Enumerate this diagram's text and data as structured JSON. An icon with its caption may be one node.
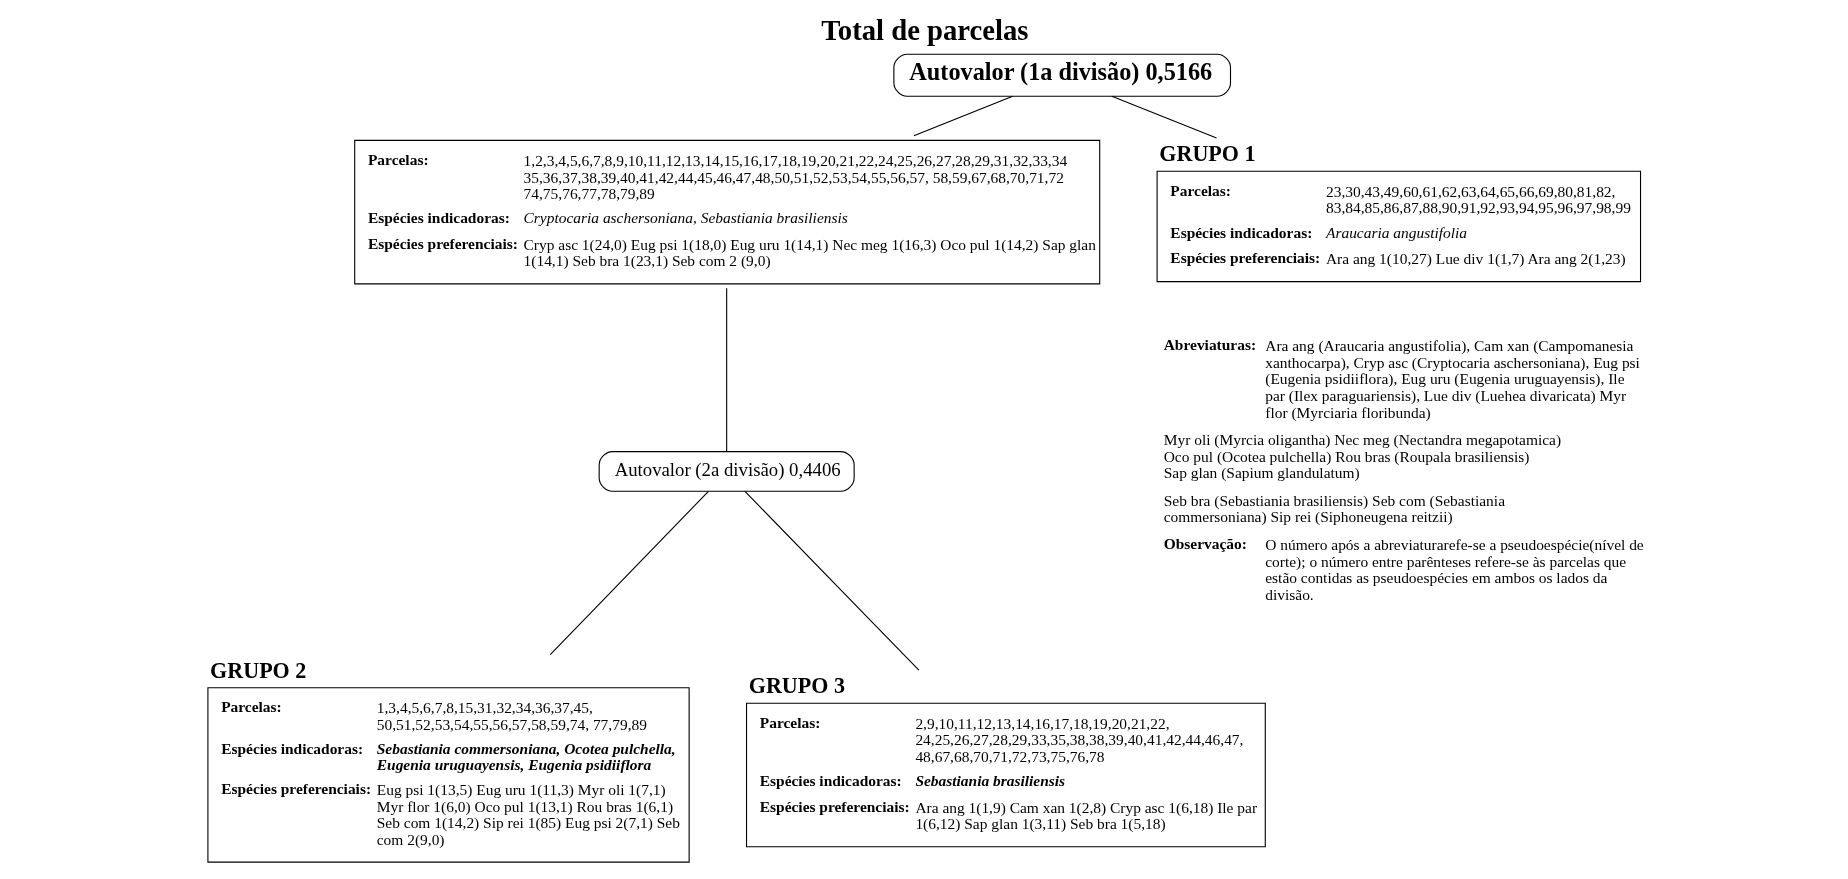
{
  "diagram": {
    "title": "Total de parcelas",
    "nodes": [
      {
        "text": [
          "Autovalor (1a divisão) 0,5166"
        ]
      },
      {
        "text": [
          "Parcelas:",
          "1,2,3,4,5,6,7,8,9,10,11,12,13,14,15,16,17,18,19,20,21,22,24,25,26,27,28,29,31,32,33,34 35,36,37,38,39,40,41,42,44,45,46,47,48,50,51,52,53,54,55,56,57, 58,59,67,68,70,71,72 74,75,76,77,78,79,89",
          "Espécies indicadoras:",
          "Cryptocaria aschersoniana, Sebastiania brasiliensis",
          "Espécies preferenciais:",
          "Cryp asc 1(24,0) Eug psi 1(18,0) Eug uru 1(14,1) Nec meg 1(16,3) Oco pul 1(14,2) Sap glan 1(14,1) Seb bra 1(23,1) Seb com 2 (9,0)"
        ]
      },
      {
        "text": [
          "GRUPO 1",
          "Parcelas:",
          "23,30,43,49,60,61,62,63,64,65,66,69,80,81,82, 83,84,85,86,87,88,90,91,92,93,94,95,96,97,98,99",
          "Espécies indicadoras:",
          "Araucaria angustifolia",
          "Espécies preferenciais:",
          "Ara ang 1(10,27) Lue div 1(1,7) Ara ang 2(1,23)"
        ]
      },
      {
        "text": [
          "Autovalor (2a divisão) 0,4406"
        ]
      },
      {
        "text": [
          "GRUPO 2",
          "Parcelas:",
          "1,3,4,5,6,7,8,15,31,32,34,36,37,45, 50,51,52,53,54,55,56,57,58,59,74, 77,79,89",
          "Espécies indicadoras:",
          "Sebastiania commersoniana, Ocotea pulchella, Eugenia uruguayensis, Eugenia psidiiflora",
          "Espécies preferenciais:",
          "Eug psi 1(13,5) Eug uru 1(11,3) Myr oli 1(7,1) Myr flor 1(6,0) Oco pul 1(13,1) Rou bras 1(6,1) Seb com 1(14,2) Sip rei 1(85) Eug psi 2(7,1) Seb com 2(9,0)"
        ]
      },
      {
        "text": [
          "GRUPO 3",
          "Parcelas:",
          "2,9,10,11,12,13,14,16,17,18,19,20,21,22, 24,25,26,27,28,29,33,35,38,38,39,40,41,42,44,46,47, 48,67,68,70,71,72,73,75,76,78",
          "Espécies indicadoras:",
          "Sebastiania brasiliensis",
          "Espécies preferenciais:",
          "Ara ang 1(1,9) Cam xan 1(2,8) Cryp asc 1(6,18) Ile par 1(6,12) Sap glan 1(3,11) Seb bra 1(5,18)"
        ]
      }
    ],
    "edges": [
      {
        "from": 0,
        "to": 1,
        "arrow": "none"
      },
      {
        "from": 0,
        "to": 2,
        "arrow": "none"
      },
      {
        "from": 1,
        "to": 3,
        "arrow": "none"
      },
      {
        "from": 3,
        "to": 4,
        "arrow": "none"
      },
      {
        "from": 3,
        "to": 5,
        "arrow": "none"
      }
    ],
    "labels": [
      "Abreviaturas:",
      "Ara ang (Araucaria angustifolia), Cam xan (Campomanesia xanthocarpa), Cryp asc (Cryptocaria aschersoniana), Eug psi (Eugenia psidiiflora), Eug uru (Eugenia uruguayensis), Ile par (Ilex paraguariensis), Lue div (Luehea divaricata) Myr flor (Myrciaria floribunda)",
      "Myr oli (Myrcia oligantha) Nec meg (Nectandra megapotamica) Oco pul (Ocotea pulchella) Rou bras (Roupala brasiliensis) Sap glan (Sapium glandulatum)",
      "Seb bra (Sebastiania brasiliensis) Seb com (Sebastiania commersoniana) Sip rei (Siphoneugena reitzii)",
      "Observação:",
      "O número após a abreviaturarefe-se a pseudoespécie(nível de corte); o número entre parênteses refere-se às parcelas que estão contidas as pseudoespécies em ambos os lados da divisão."
    ]
  }
}
